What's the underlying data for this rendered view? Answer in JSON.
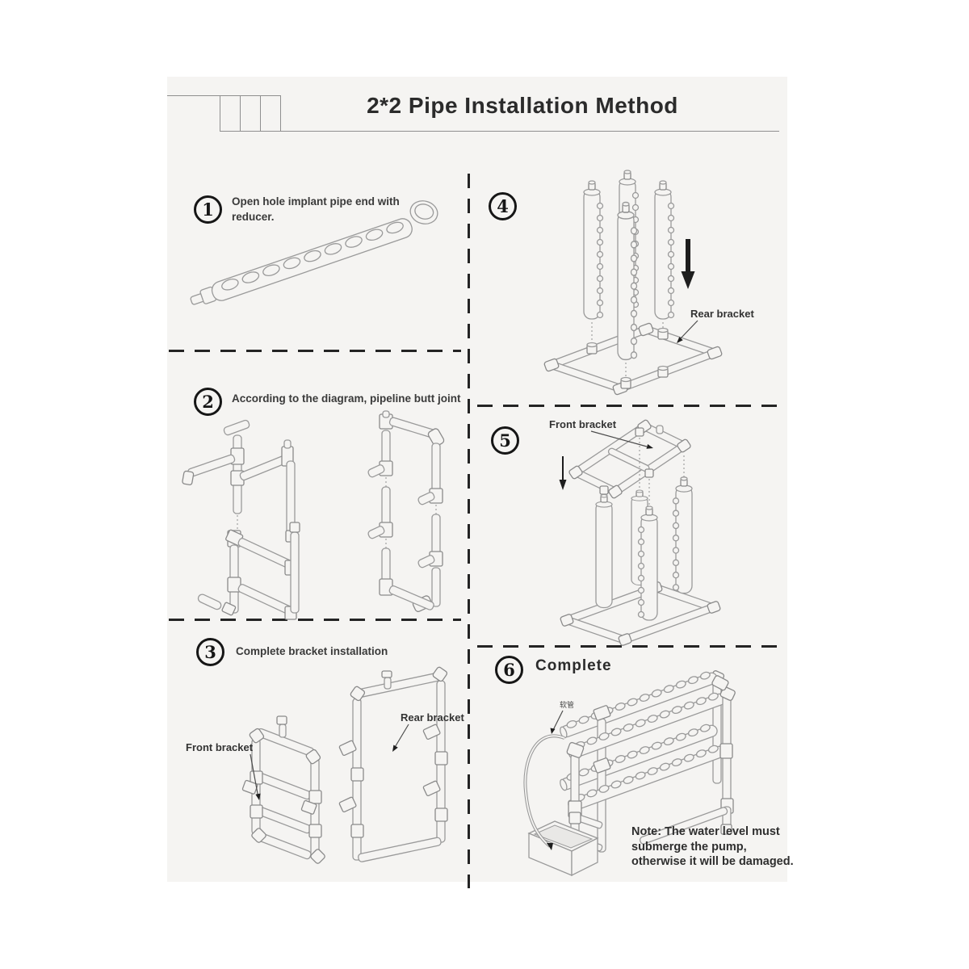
{
  "document": {
    "title": "2*2 Pipe Installation Method",
    "note": "Note: The water level must submerge the pump, otherwise it will be damaged."
  },
  "steps": [
    {
      "number": "1",
      "text": "Open hole implant pipe end with reducer."
    },
    {
      "number": "2",
      "text": "According to the diagram, pipeline butt joint"
    },
    {
      "number": "3",
      "text": "Complete bracket installation"
    },
    {
      "number": "4",
      "text": ""
    },
    {
      "number": "5",
      "text": ""
    },
    {
      "number": "6",
      "text": "Complete"
    }
  ],
  "labels": {
    "front_bracket": "Front bracket",
    "rear_bracket": "Rear bracket",
    "hose_cn": "软管"
  },
  "colors": {
    "paper": "#f5f4f2",
    "line_art": "#9a9a9a",
    "ink": "#232323"
  }
}
